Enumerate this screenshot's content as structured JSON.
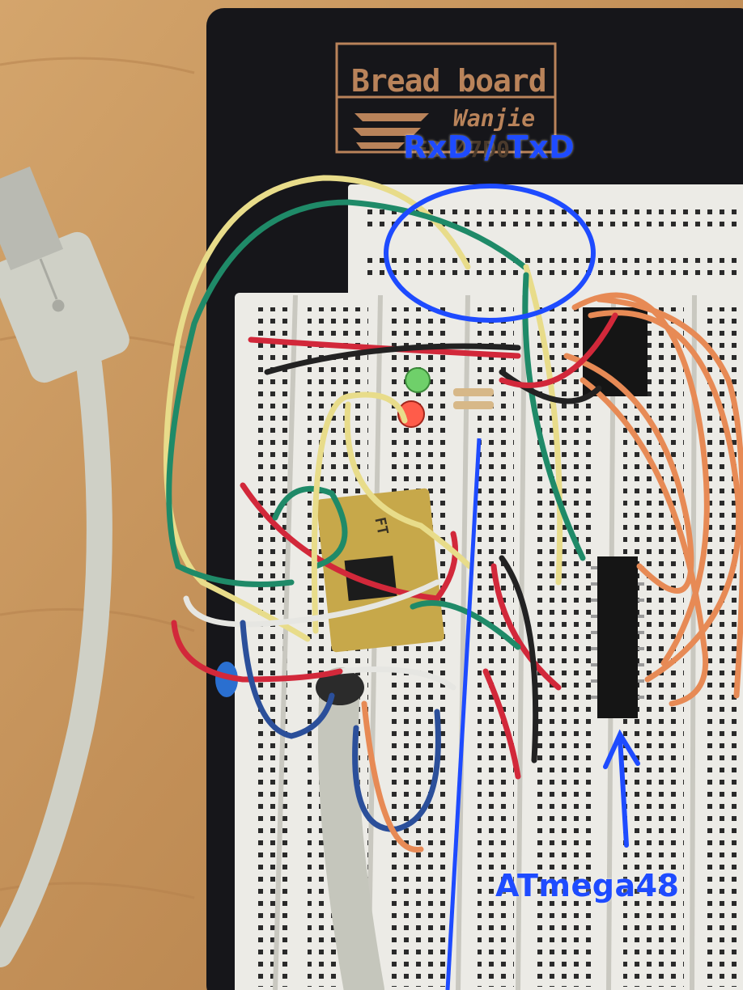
{
  "annotations": {
    "uart_label": "RxD / TxD",
    "mcu_label": "ATmega48"
  },
  "breadboard": {
    "title": "Bread board",
    "brand": "Wanjie",
    "model": "EB 47D0"
  },
  "ft232_marking": "FT",
  "colors": {
    "annotation": "#1e4bff",
    "table": "#c99a62",
    "board_base": "#16161a",
    "breadboard": "#ecebe6",
    "wire_yellow": "#e8dc8a",
    "wire_green": "#1f8a68",
    "wire_red": "#d2283a",
    "wire_orange": "#e78a55",
    "wire_black": "#222222",
    "wire_white": "#e6e6e2",
    "usb_cable": "#cfd0c6"
  }
}
